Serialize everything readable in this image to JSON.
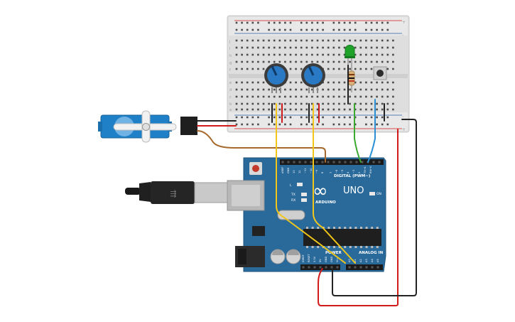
{
  "circuit": {
    "breadboard": {
      "row_letters_top": [
        "j",
        "i",
        "h",
        "g",
        "f"
      ],
      "row_letters_bottom": [
        "e",
        "d",
        "c",
        "b",
        "a"
      ],
      "rail_plus": "+",
      "rail_minus": "-"
    },
    "arduino": {
      "brand": "ARDUINO",
      "model": "UNO",
      "digital_label": "DIGITAL (PWM~)",
      "power_label": "POWER",
      "analog_label": "ANALOG IN",
      "led_l": "L",
      "led_tx": "TX",
      "led_rx": "RX",
      "led_on": "ON",
      "infinity_logo": "∞",
      "power_pins": [
        "IOREF",
        "RESET",
        "3.3V",
        "5V",
        "GND",
        "GND",
        "Vin"
      ],
      "analog_pins": [
        "A0",
        "A1",
        "A2",
        "A3",
        "A4",
        "A5"
      ],
      "digital_pins": [
        "AREF",
        "GND",
        "13",
        "12",
        "~11",
        "~10",
        "~9",
        "8",
        "7",
        "~6",
        "~5",
        "4",
        "~3",
        "2",
        "TX→1",
        "RX←0"
      ]
    },
    "components": {
      "servo": "micro-servo",
      "potentiometers": 2,
      "led_color": "#1fa22a",
      "resistor": "resistor",
      "pushbutton": "pushbutton",
      "usb_cable": "usb-b-cable"
    },
    "colors": {
      "board_blue": "#2a6a9b",
      "breadboard_gray": "#dcdcdc",
      "wire_yellow": "#f2c719",
      "wire_red": "#d11a1a",
      "wire_black": "#222222",
      "wire_green": "#3ba82f",
      "wire_blue": "#2a8fd4",
      "wire_brown": "#a66a2e"
    }
  }
}
